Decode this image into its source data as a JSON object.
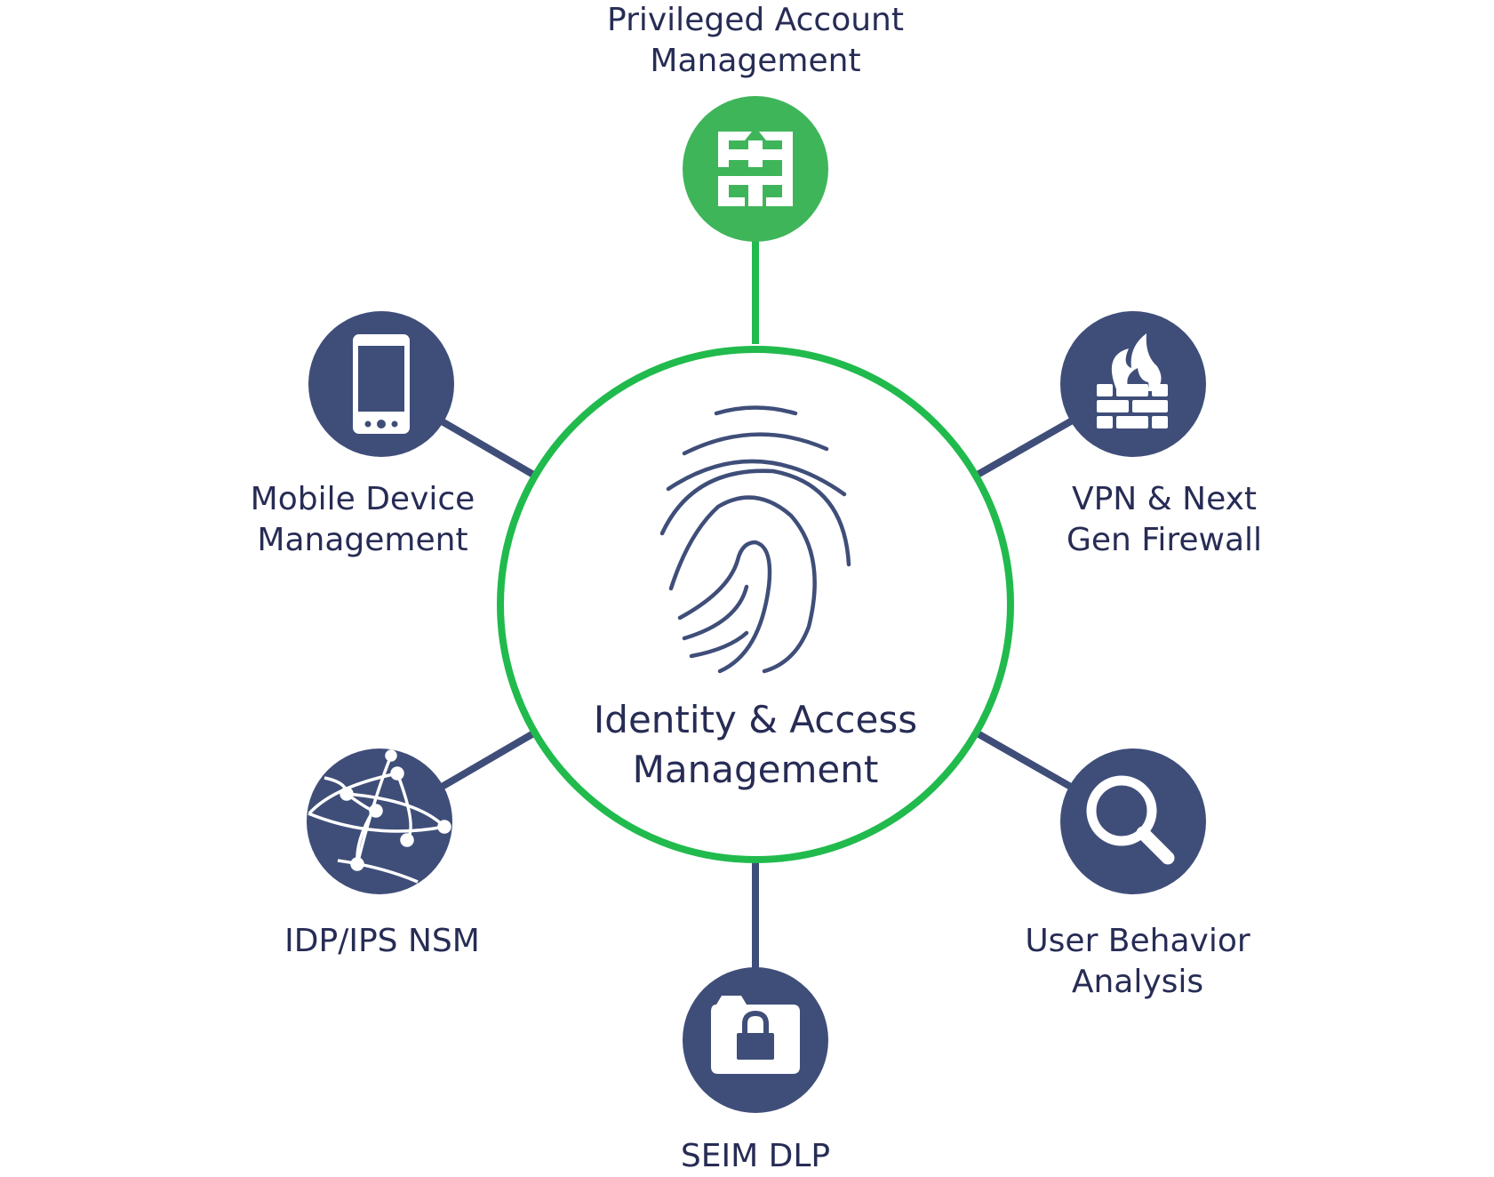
{
  "colors": {
    "accent_green": "#21BA4D",
    "node_green": "#3FB55A",
    "node_navy": "#3F4E79",
    "text_navy": "#272C55",
    "background": "#FFFFFF"
  },
  "center": {
    "line1": "Identity & Access",
    "line2": "Management",
    "icon": "fingerprint-icon"
  },
  "nodes": {
    "pam": {
      "line1": "Privileged Account",
      "line2": "Management",
      "icon": "pam-logo-icon",
      "color": "#3FB55A"
    },
    "vpn": {
      "line1": "VPN & Next",
      "line2": "Gen Firewall",
      "icon": "firewall-icon",
      "color": "#3F4E79"
    },
    "uba": {
      "line1": "User Behavior",
      "line2": "Analysis",
      "icon": "magnifier-icon",
      "color": "#3F4E79"
    },
    "seim": {
      "line1": "SEIM DLP",
      "icon": "camera-lock-icon",
      "color": "#3F4E79"
    },
    "idp": {
      "line1": "IDP/IPS NSM",
      "icon": "network-globe-icon",
      "color": "#3F4E79"
    },
    "mdm": {
      "line1": "Mobile Device",
      "line2": "Management",
      "icon": "mobile-phone-icon",
      "color": "#3F4E79"
    }
  }
}
